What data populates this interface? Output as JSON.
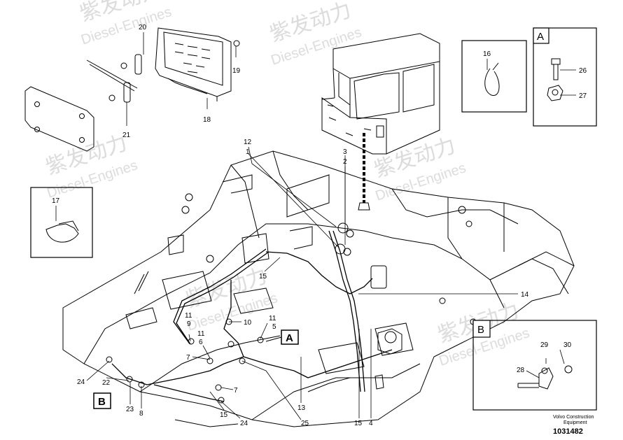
{
  "watermark": {
    "cn": "紫发动力",
    "en": "Diesel-Engines"
  },
  "callouts": [
    {
      "id": "c20",
      "text": "20"
    },
    {
      "id": "c19",
      "text": "19"
    },
    {
      "id": "c21",
      "text": "21"
    },
    {
      "id": "c18",
      "text": "18"
    },
    {
      "id": "c16",
      "text": "16"
    },
    {
      "id": "c26",
      "text": "26"
    },
    {
      "id": "c27",
      "text": "27"
    },
    {
      "id": "c17",
      "text": "17"
    },
    {
      "id": "c12",
      "text": "12"
    },
    {
      "id": "c1",
      "text": "1"
    },
    {
      "id": "c3",
      "text": "3"
    },
    {
      "id": "c2",
      "text": "2"
    },
    {
      "id": "c15a",
      "text": "15"
    },
    {
      "id": "c14",
      "text": "14"
    },
    {
      "id": "c10",
      "text": "10"
    },
    {
      "id": "c11a",
      "text": "11"
    },
    {
      "id": "c9",
      "text": "9"
    },
    {
      "id": "c11b",
      "text": "11"
    },
    {
      "id": "c6",
      "text": "6"
    },
    {
      "id": "c11c",
      "text": "11"
    },
    {
      "id": "c5",
      "text": "5"
    },
    {
      "id": "c7a",
      "text": "7"
    },
    {
      "id": "c7b",
      "text": "7"
    },
    {
      "id": "c24a",
      "text": "24"
    },
    {
      "id": "c22",
      "text": "22"
    },
    {
      "id": "c23",
      "text": "23"
    },
    {
      "id": "c8",
      "text": "8"
    },
    {
      "id": "c15b",
      "text": "15"
    },
    {
      "id": "c24b",
      "text": "24"
    },
    {
      "id": "c25",
      "text": "25"
    },
    {
      "id": "c13",
      "text": "13"
    },
    {
      "id": "c15c",
      "text": "15"
    },
    {
      "id": "c4",
      "text": "4"
    },
    {
      "id": "c29",
      "text": "29"
    },
    {
      "id": "c30",
      "text": "30"
    },
    {
      "id": "c28",
      "text": "28"
    }
  ],
  "insets": {
    "a_label": "A",
    "b_label": "B"
  },
  "tags": {
    "a_tag": "A",
    "b_tag": "B"
  },
  "footer": {
    "caption_line1": "Volvo Construction",
    "caption_line2": "Equipment",
    "part_number": "1031482"
  }
}
